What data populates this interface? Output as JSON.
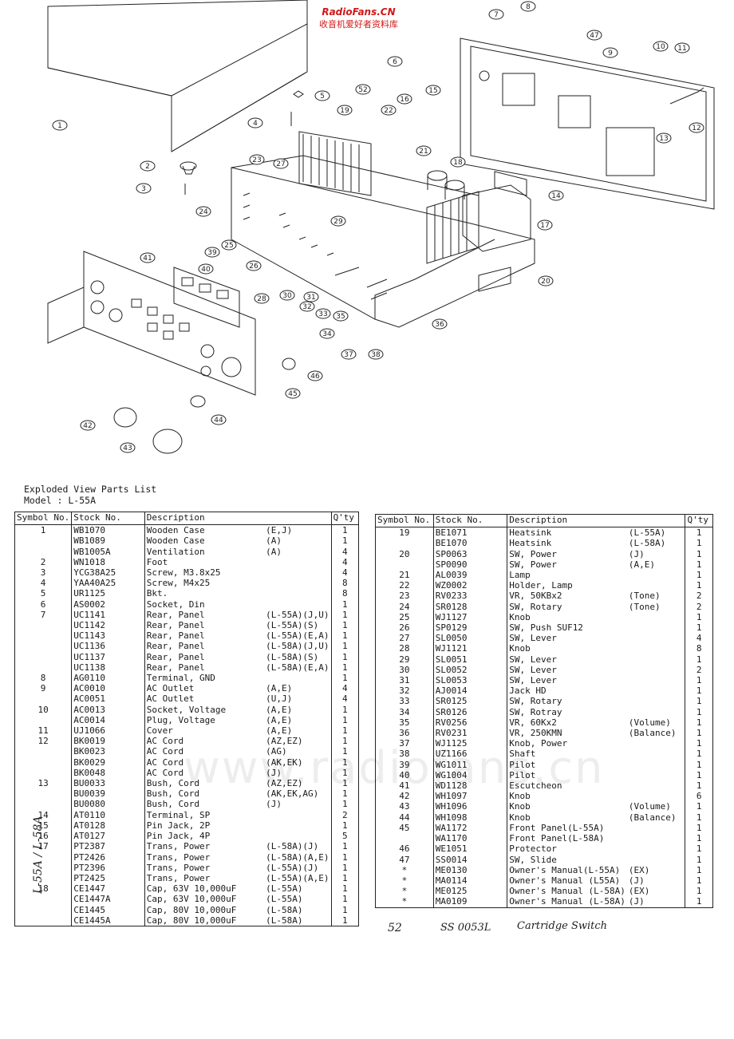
{
  "watermark": {
    "site": "RadioFans.CN",
    "site_cn": "收音机爱好者资料库",
    "center": "www.radiofans.cn"
  },
  "callouts": [
    "1",
    "2",
    "3",
    "4",
    "5",
    "6",
    "7",
    "8",
    "9",
    "10",
    "11",
    "12",
    "13",
    "14",
    "15",
    "16",
    "17",
    "18",
    "19",
    "20",
    "21",
    "22",
    "23",
    "24",
    "25",
    "26",
    "27",
    "28",
    "29",
    "30",
    "31",
    "32",
    "33",
    "34",
    "35",
    "36",
    "37",
    "38",
    "39",
    "40",
    "41",
    "42",
    "43",
    "44",
    "45",
    "46",
    "47",
    "52"
  ],
  "heading": {
    "title": "Exploded View Parts List",
    "model": "Model : L-55A"
  },
  "columns": {
    "symbol": "Symbol No.",
    "stock": "Stock No.",
    "description": "Description",
    "qty": "Q'ty"
  },
  "table1": [
    [
      "1",
      "WB1070",
      "Wooden Case",
      "(E,J)",
      "1"
    ],
    [
      "",
      "WB1089",
      "Wooden Case",
      "(A)",
      "1"
    ],
    [
      "",
      "WB1005A",
      "Ventilation",
      "(A)",
      "4"
    ],
    [
      "2",
      "WN1018",
      "Foot",
      "",
      "4"
    ],
    [
      "3",
      "YCG38A25",
      "Screw, M3.8x25",
      "",
      "4"
    ],
    [
      "4",
      "YAA40A25",
      "Screw, M4x25",
      "",
      "8"
    ],
    [
      "5",
      "UR1125",
      "Bkt.",
      "",
      "8"
    ],
    [
      "6",
      "AS0002",
      "Socket, Din",
      "",
      "1"
    ],
    [
      "7",
      "UC1141",
      "Rear, Panel",
      "(L-55A)(J,U)",
      "1"
    ],
    [
      "",
      "UC1142",
      "Rear, Panel",
      "(L-55A)(S)",
      "1"
    ],
    [
      "",
      "UC1143",
      "Rear, Panel",
      "(L-55A)(E,A)",
      "1"
    ],
    [
      "",
      "UC1136",
      "Rear, Panel",
      "(L-58A)(J,U)",
      "1"
    ],
    [
      "",
      "UC1137",
      "Rear, Panel",
      "(L-58A)(S)",
      "1"
    ],
    [
      "",
      "UC1138",
      "Rear, Panel",
      "(L-58A)(E,A)",
      "1"
    ],
    [
      "8",
      "AG0110",
      "Terminal, GND",
      "",
      "1"
    ],
    [
      "9",
      "AC0010",
      "AC Outlet",
      "(A,E)",
      "4"
    ],
    [
      "",
      "AC0051",
      "AC Outlet",
      "(U,J)",
      "4"
    ],
    [
      "10",
      "AC0013",
      "Socket, Voltage",
      "(A,E)",
      "1"
    ],
    [
      "",
      "AC0014",
      "Plug, Voltage",
      "(A,E)",
      "1"
    ],
    [
      "11",
      "UJ1066",
      "Cover",
      "(A,E)",
      "1"
    ],
    [
      "12",
      "BK0019",
      "AC Cord",
      "(AZ,EZ)",
      "1"
    ],
    [
      "",
      "BK0023",
      "AC Cord",
      "(AG)",
      "1"
    ],
    [
      "",
      "BK0029",
      "AC Cord",
      "(AK,EK)",
      "1"
    ],
    [
      "",
      "BK0048",
      "AC Cord",
      "(J)",
      "1"
    ],
    [
      "13",
      "BU0033",
      "Bush, Cord",
      "(AZ,EZ)",
      "1"
    ],
    [
      "",
      "BU0039",
      "Bush, Cord",
      "(AK,EK,AG)",
      "1"
    ],
    [
      "",
      "BU0080",
      "Bush, Cord",
      "(J)",
      "1"
    ],
    [
      "14",
      "AT0110",
      "Terminal, SP",
      "",
      "2"
    ],
    [
      "15",
      "AT0128",
      "Pin Jack, 2P",
      "",
      "1"
    ],
    [
      "16",
      "AT0127",
      "Pin Jack, 4P",
      "",
      "5"
    ],
    [
      "17",
      "PT2387",
      "Trans, Power",
      "(L-58A)(J)",
      "1"
    ],
    [
      "",
      "PT2426",
      "Trans, Power",
      "(L-58A)(A,E)",
      "1"
    ],
    [
      "",
      "PT2396",
      "Trans, Power",
      "(L-55A)(J)",
      "1"
    ],
    [
      "",
      "PT2425",
      "Trans, Power",
      "(L-55A)(A,E)",
      "1"
    ],
    [
      "18",
      "CE1447",
      "Cap, 63V 10,000uF",
      "(L-55A)",
      "1"
    ],
    [
      "",
      "CE1447A",
      "Cap, 63V 10,000uF",
      "(L-55A)",
      "1"
    ],
    [
      "",
      "CE1445",
      "Cap, 80V 10,000uF",
      "(L-58A)",
      "1"
    ],
    [
      "",
      "CE1445A",
      "Cap, 80V 10,000uF",
      "(L-58A)",
      "1"
    ]
  ],
  "table2": [
    [
      "19",
      "BE1071",
      "Heatsink",
      "(L-55A)",
      "1"
    ],
    [
      "",
      "BE1070",
      "Heatsink",
      "(L-58A)",
      "1"
    ],
    [
      "20",
      "SP0063",
      "SW, Power",
      "(J)",
      "1"
    ],
    [
      "",
      "SP0090",
      "SW, Power",
      "(A,E)",
      "1"
    ],
    [
      "21",
      "AL0039",
      "Lamp",
      "",
      "1"
    ],
    [
      "22",
      "WZ0002",
      "Holder, Lamp",
      "",
      "1"
    ],
    [
      "23",
      "RV0233",
      "VR, 50KBx2",
      "(Tone)",
      "2"
    ],
    [
      "24",
      "SR0128",
      "SW, Rotary",
      "(Tone)",
      "2"
    ],
    [
      "25",
      "WJ1127",
      "Knob",
      "",
      "1"
    ],
    [
      "26",
      "SP0129",
      "SW, Push SUF12",
      "",
      "1"
    ],
    [
      "27",
      "SL0050",
      "SW, Lever",
      "",
      "4"
    ],
    [
      "28",
      "WJ1121",
      "Knob",
      "",
      "8"
    ],
    [
      "29",
      "SL0051",
      "SW, Lever",
      "",
      "1"
    ],
    [
      "30",
      "SL0052",
      "SW, Lever",
      "",
      "2"
    ],
    [
      "31",
      "SL0053",
      "SW, Lever",
      "",
      "1"
    ],
    [
      "32",
      "AJ0014",
      "Jack HD",
      "",
      "1"
    ],
    [
      "33",
      "SR0125",
      "SW, Rotary",
      "",
      "1"
    ],
    [
      "34",
      "SR0126",
      "SW, Rotray",
      "",
      "1"
    ],
    [
      "35",
      "RV0256",
      "VR, 60Kx2",
      "(Volume)",
      "1"
    ],
    [
      "36",
      "RV0231",
      "VR, 250KMN",
      "(Balance)",
      "1"
    ],
    [
      "37",
      "WJ1125",
      "Knob, Power",
      "",
      "1"
    ],
    [
      "38",
      "UZ1166",
      "Shaft",
      "",
      "1"
    ],
    [
      "39",
      "WG1011",
      "Pilot",
      "",
      "1"
    ],
    [
      "40",
      "WG1004",
      "Pilot",
      "",
      "1"
    ],
    [
      "41",
      "WD1128",
      "Escutcheon",
      "",
      "1"
    ],
    [
      "42",
      "WH1097",
      "Knob",
      "",
      "6"
    ],
    [
      "43",
      "WH1096",
      "Knob",
      "(Volume)",
      "1"
    ],
    [
      "44",
      "WH1098",
      "Knob",
      "(Balance)",
      "1"
    ],
    [
      "45",
      "WA1172",
      "Front Panel(L-55A)",
      "",
      "1"
    ],
    [
      "",
      "WA1170",
      "Front Panel(L-58A)",
      "",
      "1"
    ],
    [
      "46",
      "WE1051",
      "Protector",
      "",
      "1"
    ],
    [
      "47",
      "SS0014",
      "SW, Slide",
      "",
      "1"
    ],
    [
      "*",
      "ME0130",
      "Owner's Manual(L-55A)",
      "(EX)",
      "1"
    ],
    [
      "*",
      "MA0114",
      "Owner's Manual (L55A)",
      "(J)",
      "1"
    ],
    [
      "*",
      "ME0125",
      "Owner's Manual (L-58A)",
      "(EX)",
      "1"
    ],
    [
      "*",
      "MA0109",
      "Owner's Manual (L-58A)",
      "(J)",
      "1"
    ]
  ],
  "handwritten": {
    "sym": "52",
    "stock": "SS 0053L",
    "desc": "Cartridge Switch",
    "side": "L-55A / L-58A"
  }
}
